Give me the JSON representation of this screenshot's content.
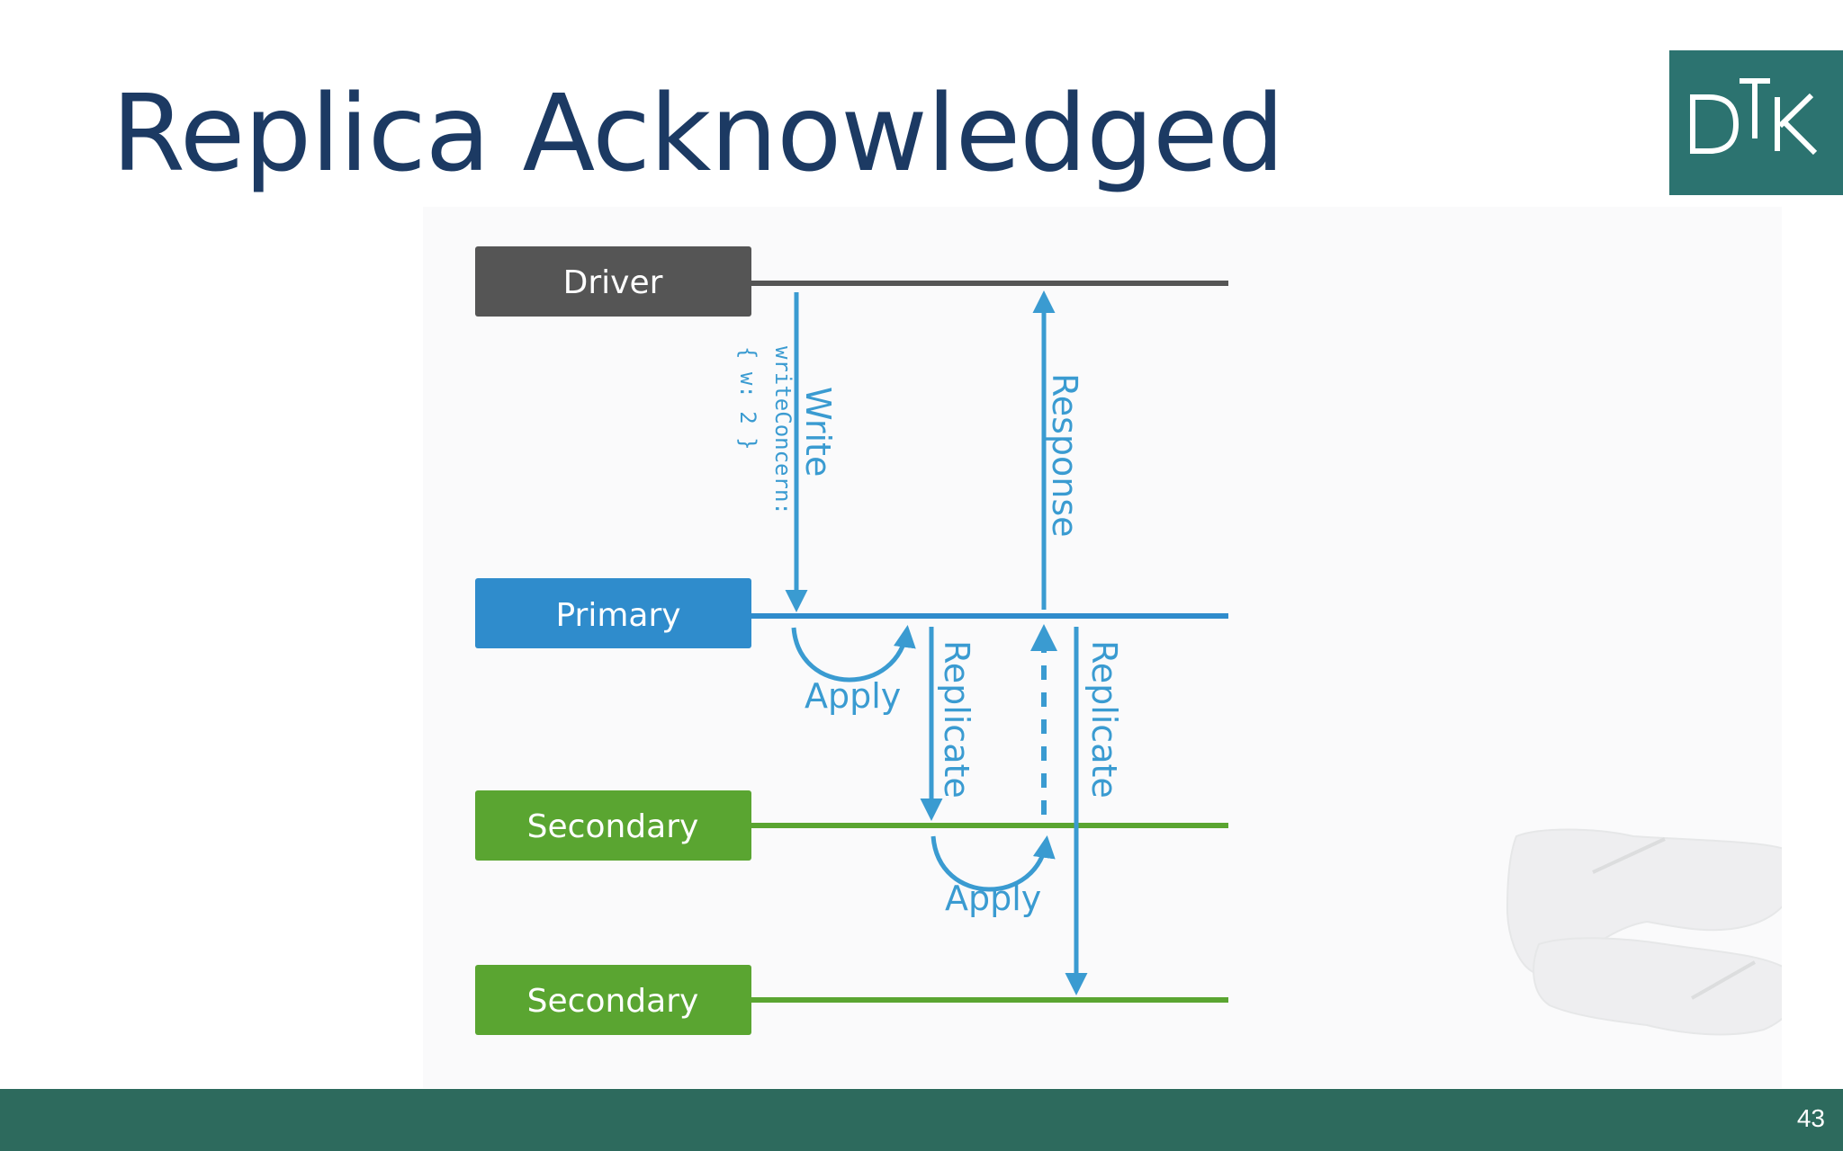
{
  "slide": {
    "title": "Replica Acknowledged",
    "page_number": "43",
    "logo_text": "DTK"
  },
  "colors": {
    "title": "#1c3a63",
    "logo_bg": "#2c7370",
    "footer_bg": "#2d6a5d",
    "driver": "#555555",
    "primary": "#2f8ccc",
    "secondary": "#5aa531",
    "arrow": "#3a9bd1"
  },
  "diagram": {
    "nodes": {
      "driver": "Driver",
      "primary": "Primary",
      "secondary_1": "Secondary",
      "secondary_2": "Secondary"
    },
    "labels": {
      "write": "Write",
      "write_concern_line1": "writeConcern:",
      "write_concern_line2": "{ w: 2 }",
      "response": "Response",
      "apply_primary": "Apply",
      "replicate_1": "Replicate",
      "replicate_2": "Replicate",
      "apply_secondary": "Apply"
    }
  }
}
